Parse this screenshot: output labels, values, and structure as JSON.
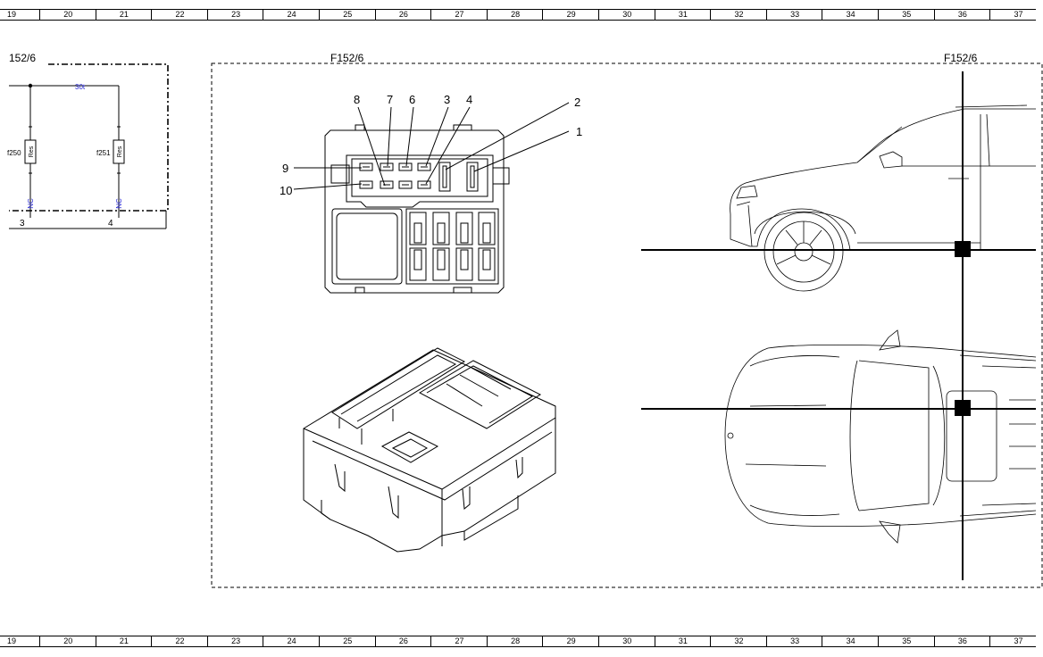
{
  "ruler": {
    "columns": [
      "19",
      "20",
      "21",
      "22",
      "23",
      "24",
      "25",
      "26",
      "27",
      "28",
      "29",
      "30",
      "31",
      "32",
      "33",
      "34",
      "35",
      "36",
      "37"
    ]
  },
  "schematic": {
    "ref_left": "152/6",
    "net_label": "30t",
    "fuse_left": {
      "name": "f250",
      "text": "Res",
      "nc": "NC",
      "pin": "3"
    },
    "fuse_right": {
      "name": "f251",
      "text": "Res",
      "nc": "NC",
      "pin": "4"
    }
  },
  "component": {
    "ref_center": "F152/6",
    "ref_right": "F152/6",
    "pin_labels": [
      "8",
      "7",
      "6",
      "3",
      "4",
      "2",
      "1",
      "9",
      "10"
    ]
  },
  "colors": {
    "line": "#000000",
    "net_blue": "#2b2bd6",
    "locator": "#000000"
  },
  "icons": [
    "fuse-box-front-view",
    "fuse-box-3d-view",
    "car-side-view",
    "car-top-view",
    "locator-marker"
  ]
}
